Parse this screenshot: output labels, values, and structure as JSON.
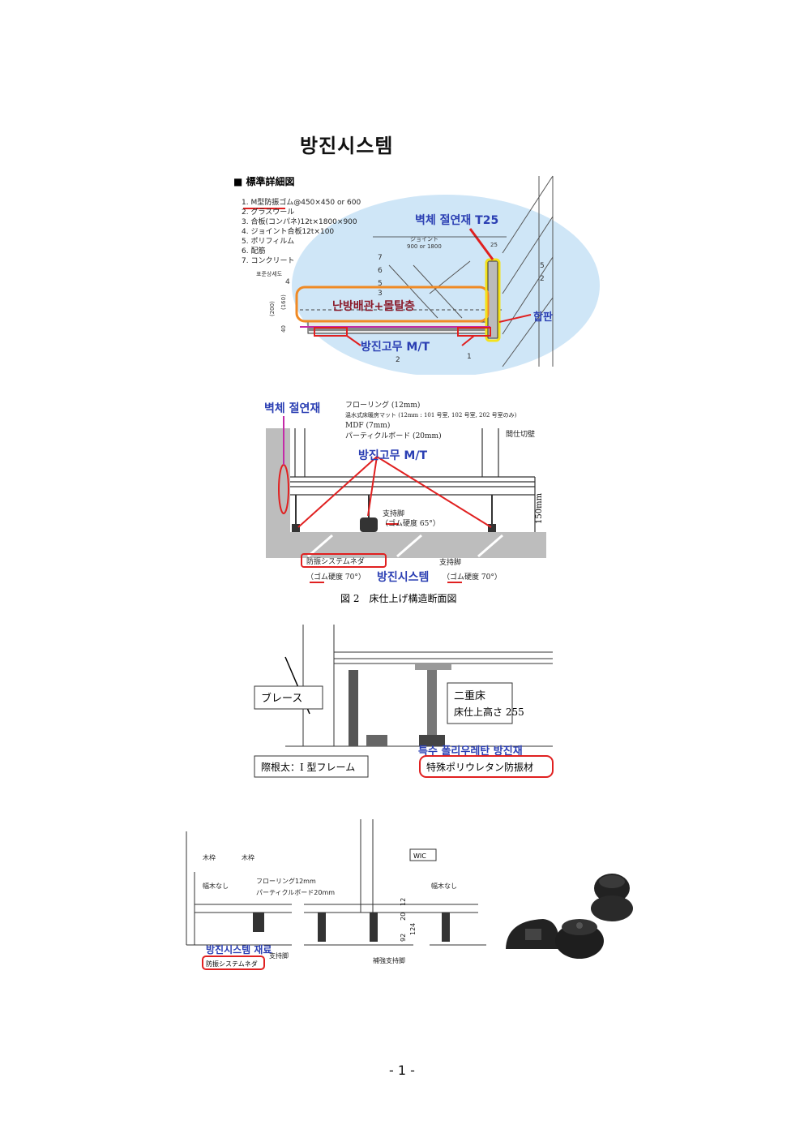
{
  "page": {
    "title": "방진시스템",
    "page_number": "- 1 -"
  },
  "figure1": {
    "header": "■ 標準詳細図",
    "legend": [
      "1. M型防振ゴム@450×450 or 600",
      "2. グラスウール",
      "3. 合板(コンパネ)12t×1800×900",
      "4. ジョイント合板12t×100",
      "5. ポリフィルム",
      "6. 配筋",
      "7. コンクリート"
    ],
    "joint_label": "ジョイント",
    "joint_dim": "900 or 1800",
    "dim_25": "25",
    "standard_section": "표준상세도",
    "dim_200": "(200)",
    "dim_160": "(160)",
    "dim_40": "40",
    "callout_wall_insulation": "벽체 절연재 T25",
    "callout_heating": "난방배관+몰탈층",
    "callout_plywood": "합판",
    "callout_rubber": "방진고무 M/T",
    "num_7": "7",
    "num_6": "6",
    "num_5a": "5",
    "num_3": "3",
    "num_4": "4",
    "num_5b": "5",
    "num_2a": "2",
    "num_2b": "2",
    "num_1": "1"
  },
  "figure2": {
    "callout_wall": "벽체 절연재",
    "layers": [
      "フローリング (12mm)",
      "温水式床暖房マット (12mm : 101 号室, 102 号室, 202 号室のみ)",
      "MDF (7mm)",
      "パーティクルボード (20mm)"
    ],
    "partition": "間仕切壁",
    "callout_rubber": "방진고무 M/T",
    "support_leg_1": "支持脚",
    "rubber_hardness_65": "（ゴム硬度 65°）",
    "height": "150mm",
    "bolt_label": "防振システムネダ",
    "rubber_hardness_70a": "（ゴム硬度 70°）",
    "callout_system": "방진시스템",
    "support_leg_2": "支持脚",
    "rubber_hardness_70b": "（ゴム硬度 70°）",
    "caption": "図 2　床仕上げ構造断面図"
  },
  "figure3": {
    "brace": "ブレース",
    "double_floor": "二重床",
    "floor_height": "床仕上高さ 255",
    "callout_polyurethane": "특수 폴리우레탄 방진재",
    "polyurethane_jp": "特殊ポリウレタン防振材",
    "joist": "際根太：I 型フレーム"
  },
  "figure4": {
    "frame_1": "木枠",
    "frame_2": "木枠",
    "no_baseboard_1": "幅木なし",
    "no_baseboard_2": "幅木なし",
    "flooring": "フローリング12mm",
    "particle": "パーティクルボード20mm",
    "wic": "WIC",
    "dims": [
      "92",
      "20",
      "12"
    ],
    "dim_124": "124",
    "callout_material": "방진시스템 재료",
    "system_label": "防振システムネダ",
    "reinforce": "補強支持脚",
    "support_leg": "支持脚"
  },
  "colors": {
    "blue_callout": "#2b3fb3",
    "red_callout": "#e02020",
    "ellipse_bg": "#cfe6f7",
    "orange": "#f08a24",
    "yellow": "#f4e21a",
    "magenta": "#c42aa8"
  }
}
